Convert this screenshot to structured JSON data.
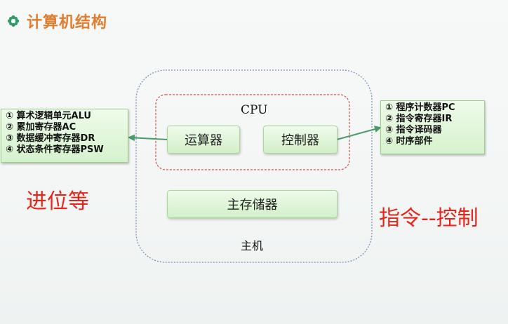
{
  "title": "计算机结构",
  "colors": {
    "title": "#e07d2f",
    "box_fill": "#d6f2cd",
    "arrow": "#4a9a6a",
    "annotation": "#e8241a",
    "host_border": "#7a92b8",
    "cpu_border": "#d05050"
  },
  "icons": {
    "title_bullet": "flower-icon"
  },
  "diagram": {
    "host_label": "主机",
    "cpu_label": "CPU",
    "alu": "运算器",
    "control_unit": "控制器",
    "main_memory": "主存储器"
  },
  "left_registers": [
    "① 算术逻辑单元ALU",
    "② 累加寄存器AC",
    "③ 数据缓冲寄存器DR",
    "④ 状态条件寄存器PSW"
  ],
  "right_registers": [
    "① 程序计数器PC",
    "② 指令寄存器IR",
    "③ 指令译码器",
    "④ 时序部件"
  ],
  "annotations": {
    "left": "进位等",
    "right": "指令--控制"
  }
}
